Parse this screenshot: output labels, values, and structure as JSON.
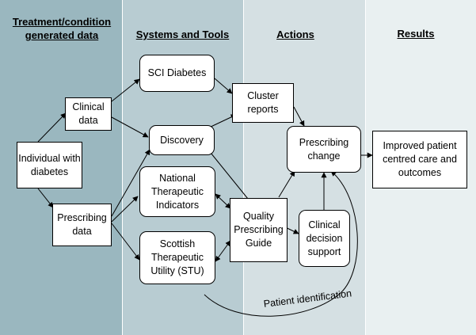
{
  "columns": [
    {
      "heading": "Treatment/condition generated data"
    },
    {
      "heading": "Systems and Tools"
    },
    {
      "heading": "Actions"
    },
    {
      "heading": "Results"
    }
  ],
  "boxes": {
    "individual": "Individual with diabetes",
    "clinical_data": "Clinical data",
    "prescribing_data": "Prescribing data",
    "sci_diabetes": "SCI Diabetes",
    "discovery": "Discovery",
    "nti": "National Therapeutic Indicators",
    "stu": "Scottish Therapeutic Utility (STU)",
    "cluster_reports": "Cluster reports",
    "prescribing_change": "Prescribing change",
    "qpg": "Quality Prescribing Guide",
    "cds": "Clinical decision support",
    "improved": "Improved patient centred care and outcomes"
  },
  "annotations": {
    "patient_identification": "Patient identification"
  }
}
